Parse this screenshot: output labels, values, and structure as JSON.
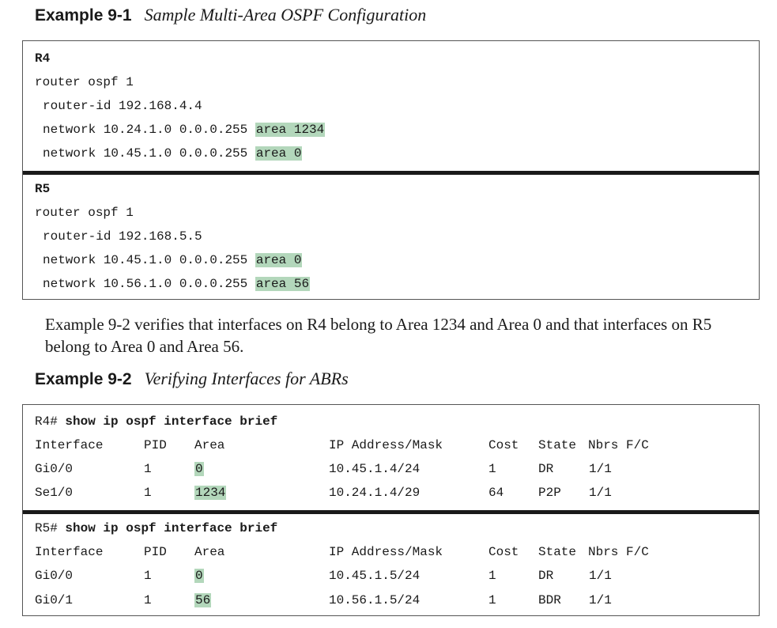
{
  "example1": {
    "number": "Example 9-1",
    "title": "Sample Multi-Area OSPF Configuration",
    "r4": {
      "label": "R4",
      "line1": "router ospf 1",
      "line2": "router-id 192.168.4.4",
      "line3_prefix": "network 10.24.1.0 0.0.0.255 ",
      "line3_area": "area 1234",
      "line4_prefix": "network 10.45.1.0 0.0.0.255 ",
      "line4_area": "area 0"
    },
    "r5": {
      "label": "R5",
      "line1": "router ospf 1",
      "line2": "router-id 192.168.5.5",
      "line3_prefix": "network 10.45.1.0 0.0.0.255 ",
      "line3_area": "area 0",
      "line4_prefix": "network 10.56.1.0 0.0.0.255 ",
      "line4_area": "area 56"
    }
  },
  "prose": {
    "text": "Example 9-2 verifies that interfaces on R4 belong to Area 1234 and Area 0 and that interfaces on R5 belong to Area 0 and Area 56."
  },
  "example2": {
    "number": "Example 9-2",
    "title": "Verifying Interfaces for ABRs",
    "headers": {
      "interface": "Interface",
      "pid": "PID",
      "area": "Area",
      "ip": "IP Address/Mask",
      "cost": "Cost",
      "state": "State",
      "nbrs": "Nbrs F/C"
    },
    "r4": {
      "prompt": "R4#",
      "command": "show ip ospf interface brief",
      "rows": [
        {
          "interface": "Gi0/0",
          "pid": "1",
          "area": "0",
          "ip": "10.45.1.4/24",
          "cost": "1",
          "state": "DR",
          "nbrs": "1/1"
        },
        {
          "interface": "Se1/0",
          "pid": "1",
          "area": "1234",
          "ip": "10.24.1.4/29",
          "cost": "64",
          "state": "P2P",
          "nbrs": "1/1"
        }
      ]
    },
    "r5": {
      "prompt": "R5#",
      "command": "show ip ospf interface brief",
      "rows": [
        {
          "interface": "Gi0/0",
          "pid": "1",
          "area": "0",
          "ip": "10.45.1.5/24",
          "cost": "1",
          "state": "DR",
          "nbrs": "1/1"
        },
        {
          "interface": "Gi0/1",
          "pid": "1",
          "area": "56",
          "ip": "10.56.1.5/24",
          "cost": "1",
          "state": "BDR",
          "nbrs": "1/1"
        }
      ]
    }
  },
  "colors": {
    "highlight": "#b3d7bb",
    "divider": "#1a1a1a",
    "border": "#555555"
  }
}
